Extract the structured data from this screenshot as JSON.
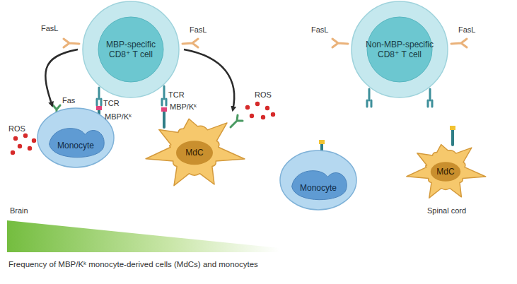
{
  "diagram": {
    "nodes": [
      {
        "text": [
          "MBP-specific CD8⁺ T cell"
        ]
      },
      {
        "text": [
          "Monocyte"
        ]
      },
      {
        "text": [
          "MdC"
        ]
      },
      {
        "text": [
          "Non-MBP-specific CD8⁺ T cell"
        ]
      },
      {
        "text": [
          "Monocyte"
        ]
      },
      {
        "text": [
          "MdC"
        ]
      }
    ],
    "edges": [
      {
        "from": 0,
        "to": 1,
        "arrow": "to"
      },
      {
        "from": 0,
        "to": 2,
        "arrow": "to"
      }
    ],
    "labels": [
      "FasL",
      "FasL",
      "Fas",
      "ROS",
      "TCR",
      "MBP/Kᵏ",
      "TCR",
      "MBP/Kᵏ",
      "ROS",
      "FasL",
      "FasL",
      "Brain",
      "Spinal cord",
      "Frequency of MBP/Kᵏ monocyte-derived cells (MdCs) and monocytes"
    ]
  }
}
